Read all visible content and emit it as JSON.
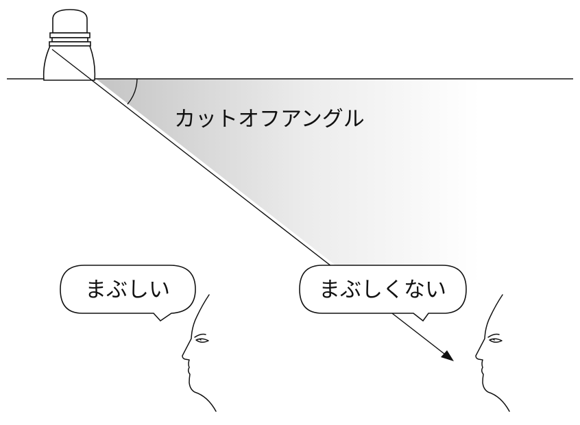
{
  "diagram": {
    "cutoff_label": "カットオフアングル",
    "speech_left": "まぶしい",
    "speech_right": "まぶしくない"
  },
  "colors": {
    "line": "#111111",
    "shade_dark": "#c4c4c4",
    "background": "#ffffff"
  }
}
